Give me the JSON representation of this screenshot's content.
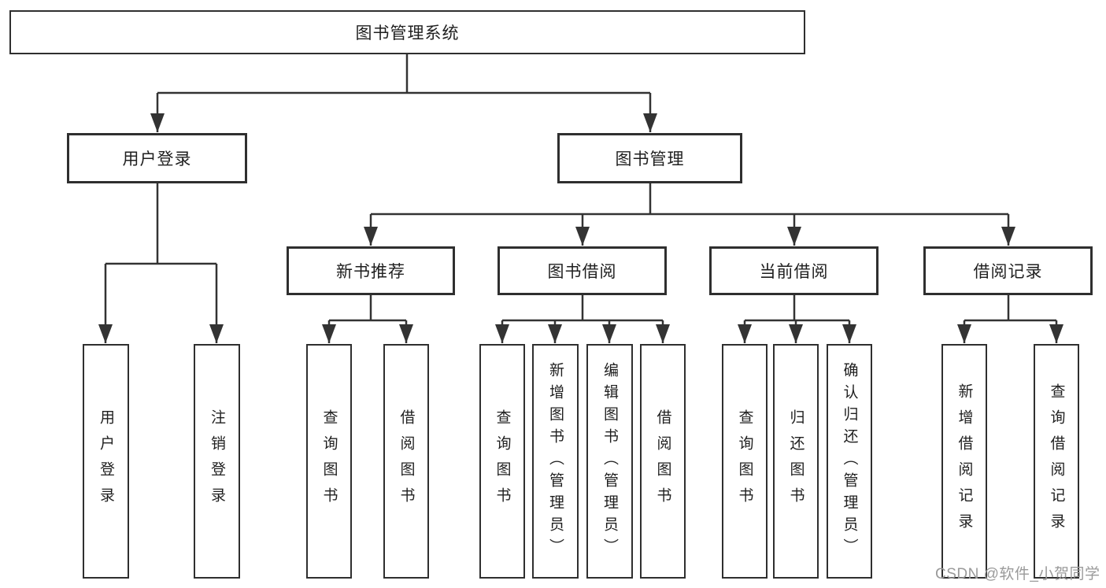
{
  "diagram": {
    "title": "图书管理系统",
    "root": {
      "label": "图书管理系统"
    },
    "groups": [
      {
        "label": "用户登录",
        "leaves": [
          {
            "label": "用户登录"
          },
          {
            "label": "注销登录"
          }
        ]
      },
      {
        "label": "图书管理",
        "subgroups": [
          {
            "label": "新书推荐",
            "leaves": [
              {
                "label": "查询图书"
              },
              {
                "label": "借阅图书"
              }
            ]
          },
          {
            "label": "图书借阅",
            "leaves": [
              {
                "label": "查询图书"
              },
              {
                "label": "新增图书（管理员）"
              },
              {
                "label": "编辑图书（管理员）"
              },
              {
                "label": "借阅图书"
              }
            ]
          },
          {
            "label": "当前借阅",
            "leaves": [
              {
                "label": "查询图书"
              },
              {
                "label": "归还图书"
              },
              {
                "label": "确认归还（管理员）"
              }
            ]
          },
          {
            "label": "借阅记录",
            "leaves": [
              {
                "label": "新增借阅记录"
              },
              {
                "label": "查询借阅记录"
              }
            ]
          }
        ]
      }
    ],
    "watermark": "CSDN @软件_小贺同学",
    "colors": {
      "line": "#333333",
      "box_border": "#2f2f2f",
      "text": "#1f1f1f",
      "watermark": "#9a9a9a",
      "background": "#ffffff"
    }
  }
}
